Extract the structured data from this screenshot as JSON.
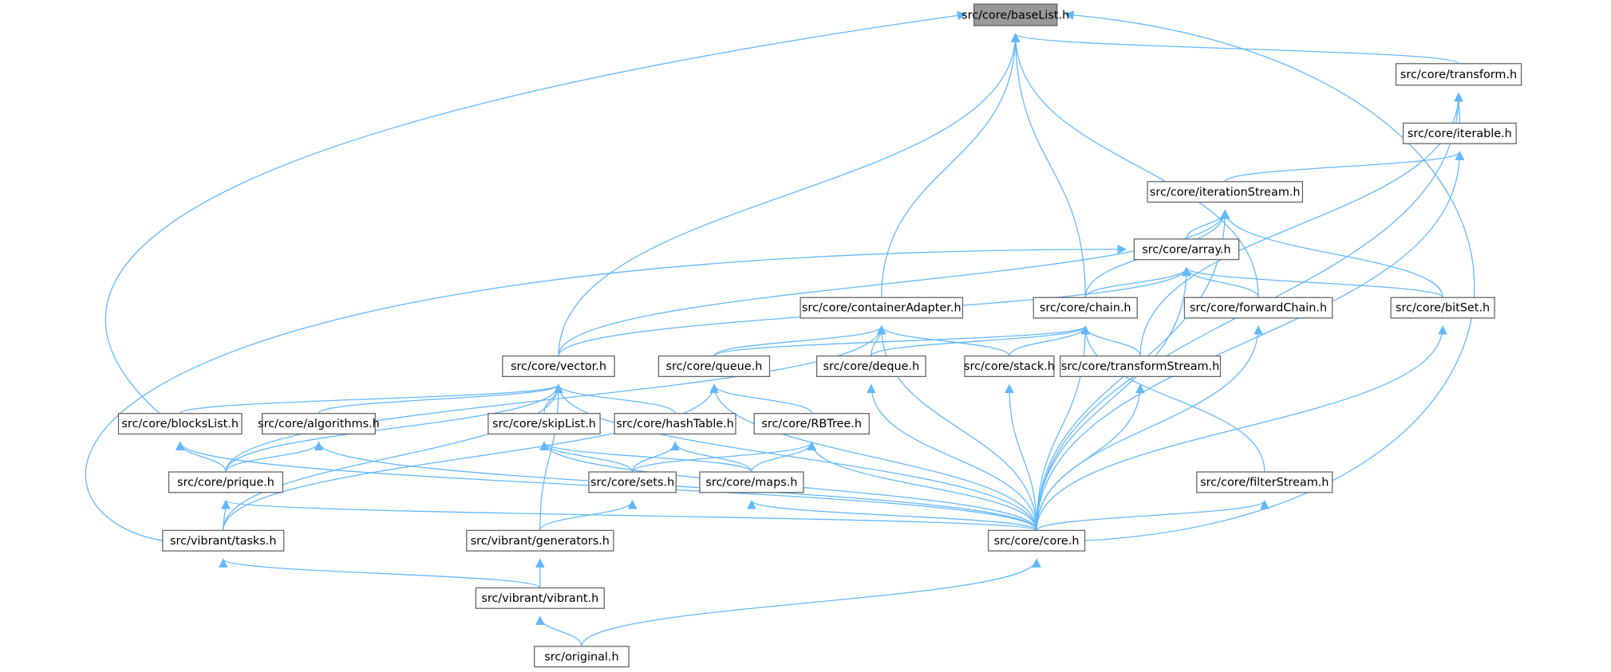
{
  "graph": {
    "root": "baseList",
    "colors": {
      "edge": "#63b8ff",
      "root_fill": "#999999",
      "node_border": "#666666"
    },
    "nodes": {
      "baseList": "src/core/baseList.h",
      "transform": "src/core/transform.h",
      "iterable": "src/core/iterable.h",
      "iterationStream": "src/core/iterationStream.h",
      "array": "src/core/array.h",
      "chain": "src/core/chain.h",
      "forwardChain": "src/core/forwardChain.h",
      "bitSet": "src/core/bitSet.h",
      "containerAdapter": "src/core/containerAdapter.h",
      "vector": "src/core/vector.h",
      "queue": "src/core/queue.h",
      "deque": "src/core/deque.h",
      "stack": "src/core/stack.h",
      "transformStream": "src/core/transformStream.h",
      "blocksList": "src/core/blocksList.h",
      "algorithms": "src/core/algorithms.h",
      "skipList": "src/core/skipList.h",
      "hashTable": "src/core/hashTable.h",
      "RBTree": "src/core/RBTree.h",
      "filterStream": "src/core/filterStream.h",
      "prique": "src/core/prique.h",
      "sets": "src/core/sets.h",
      "maps": "src/core/maps.h",
      "tasks": "src/vibrant/tasks.h",
      "generators": "src/vibrant/generators.h",
      "core": "src/core/core.h",
      "vibrant": "src/vibrant/vibrant.h",
      "original": "src/original.h"
    },
    "edges": [
      [
        "blocksList",
        "baseList"
      ],
      [
        "vector",
        "baseList"
      ],
      [
        "containerAdapter",
        "baseList"
      ],
      [
        "chain",
        "baseList"
      ],
      [
        "forwardChain",
        "baseList"
      ],
      [
        "transform",
        "baseList"
      ],
      [
        "core",
        "baseList"
      ],
      [
        "iterable",
        "transform"
      ],
      [
        "transformStream",
        "transform"
      ],
      [
        "core",
        "transform"
      ],
      [
        "iterationStream",
        "iterable"
      ],
      [
        "core",
        "iterable"
      ],
      [
        "vector",
        "iterationStream"
      ],
      [
        "chain",
        "iterationStream"
      ],
      [
        "array",
        "iterationStream"
      ],
      [
        "bitSet",
        "iterationStream"
      ],
      [
        "core",
        "iterationStream"
      ],
      [
        "tasks",
        "array"
      ],
      [
        "vector",
        "array"
      ],
      [
        "chain",
        "array"
      ],
      [
        "forwardChain",
        "array"
      ],
      [
        "bitSet",
        "array"
      ],
      [
        "core",
        "array"
      ],
      [
        "queue",
        "chain"
      ],
      [
        "deque",
        "chain"
      ],
      [
        "stack",
        "chain"
      ],
      [
        "transformStream",
        "chain"
      ],
      [
        "filterStream",
        "chain"
      ],
      [
        "core",
        "chain"
      ],
      [
        "prique",
        "containerAdapter"
      ],
      [
        "queue",
        "containerAdapter"
      ],
      [
        "deque",
        "containerAdapter"
      ],
      [
        "stack",
        "containerAdapter"
      ],
      [
        "core",
        "containerAdapter"
      ],
      [
        "core",
        "forwardChain"
      ],
      [
        "core",
        "bitSet"
      ],
      [
        "blocksList",
        "vector"
      ],
      [
        "algorithms",
        "vector"
      ],
      [
        "skipList",
        "vector"
      ],
      [
        "hashTable",
        "vector"
      ],
      [
        "generators",
        "vector"
      ],
      [
        "tasks",
        "vector"
      ],
      [
        "prique",
        "vector"
      ],
      [
        "core",
        "vector"
      ],
      [
        "tasks",
        "queue"
      ],
      [
        "RBTree",
        "queue"
      ],
      [
        "core",
        "queue"
      ],
      [
        "core",
        "deque"
      ],
      [
        "core",
        "stack"
      ],
      [
        "core",
        "transformStream"
      ],
      [
        "prique",
        "blocksList"
      ],
      [
        "core",
        "blocksList"
      ],
      [
        "prique",
        "algorithms"
      ],
      [
        "core",
        "algorithms"
      ],
      [
        "sets",
        "skipList"
      ],
      [
        "maps",
        "skipList"
      ],
      [
        "core",
        "skipList"
      ],
      [
        "sets",
        "hashTable"
      ],
      [
        "maps",
        "hashTable"
      ],
      [
        "sets",
        "RBTree"
      ],
      [
        "maps",
        "RBTree"
      ],
      [
        "core",
        "RBTree"
      ],
      [
        "tasks",
        "prique"
      ],
      [
        "core",
        "prique"
      ],
      [
        "generators",
        "sets"
      ],
      [
        "core",
        "maps"
      ],
      [
        "core",
        "filterStream"
      ],
      [
        "vibrant",
        "tasks"
      ],
      [
        "vibrant",
        "generators"
      ],
      [
        "original",
        "core"
      ],
      [
        "original",
        "vibrant"
      ]
    ]
  }
}
